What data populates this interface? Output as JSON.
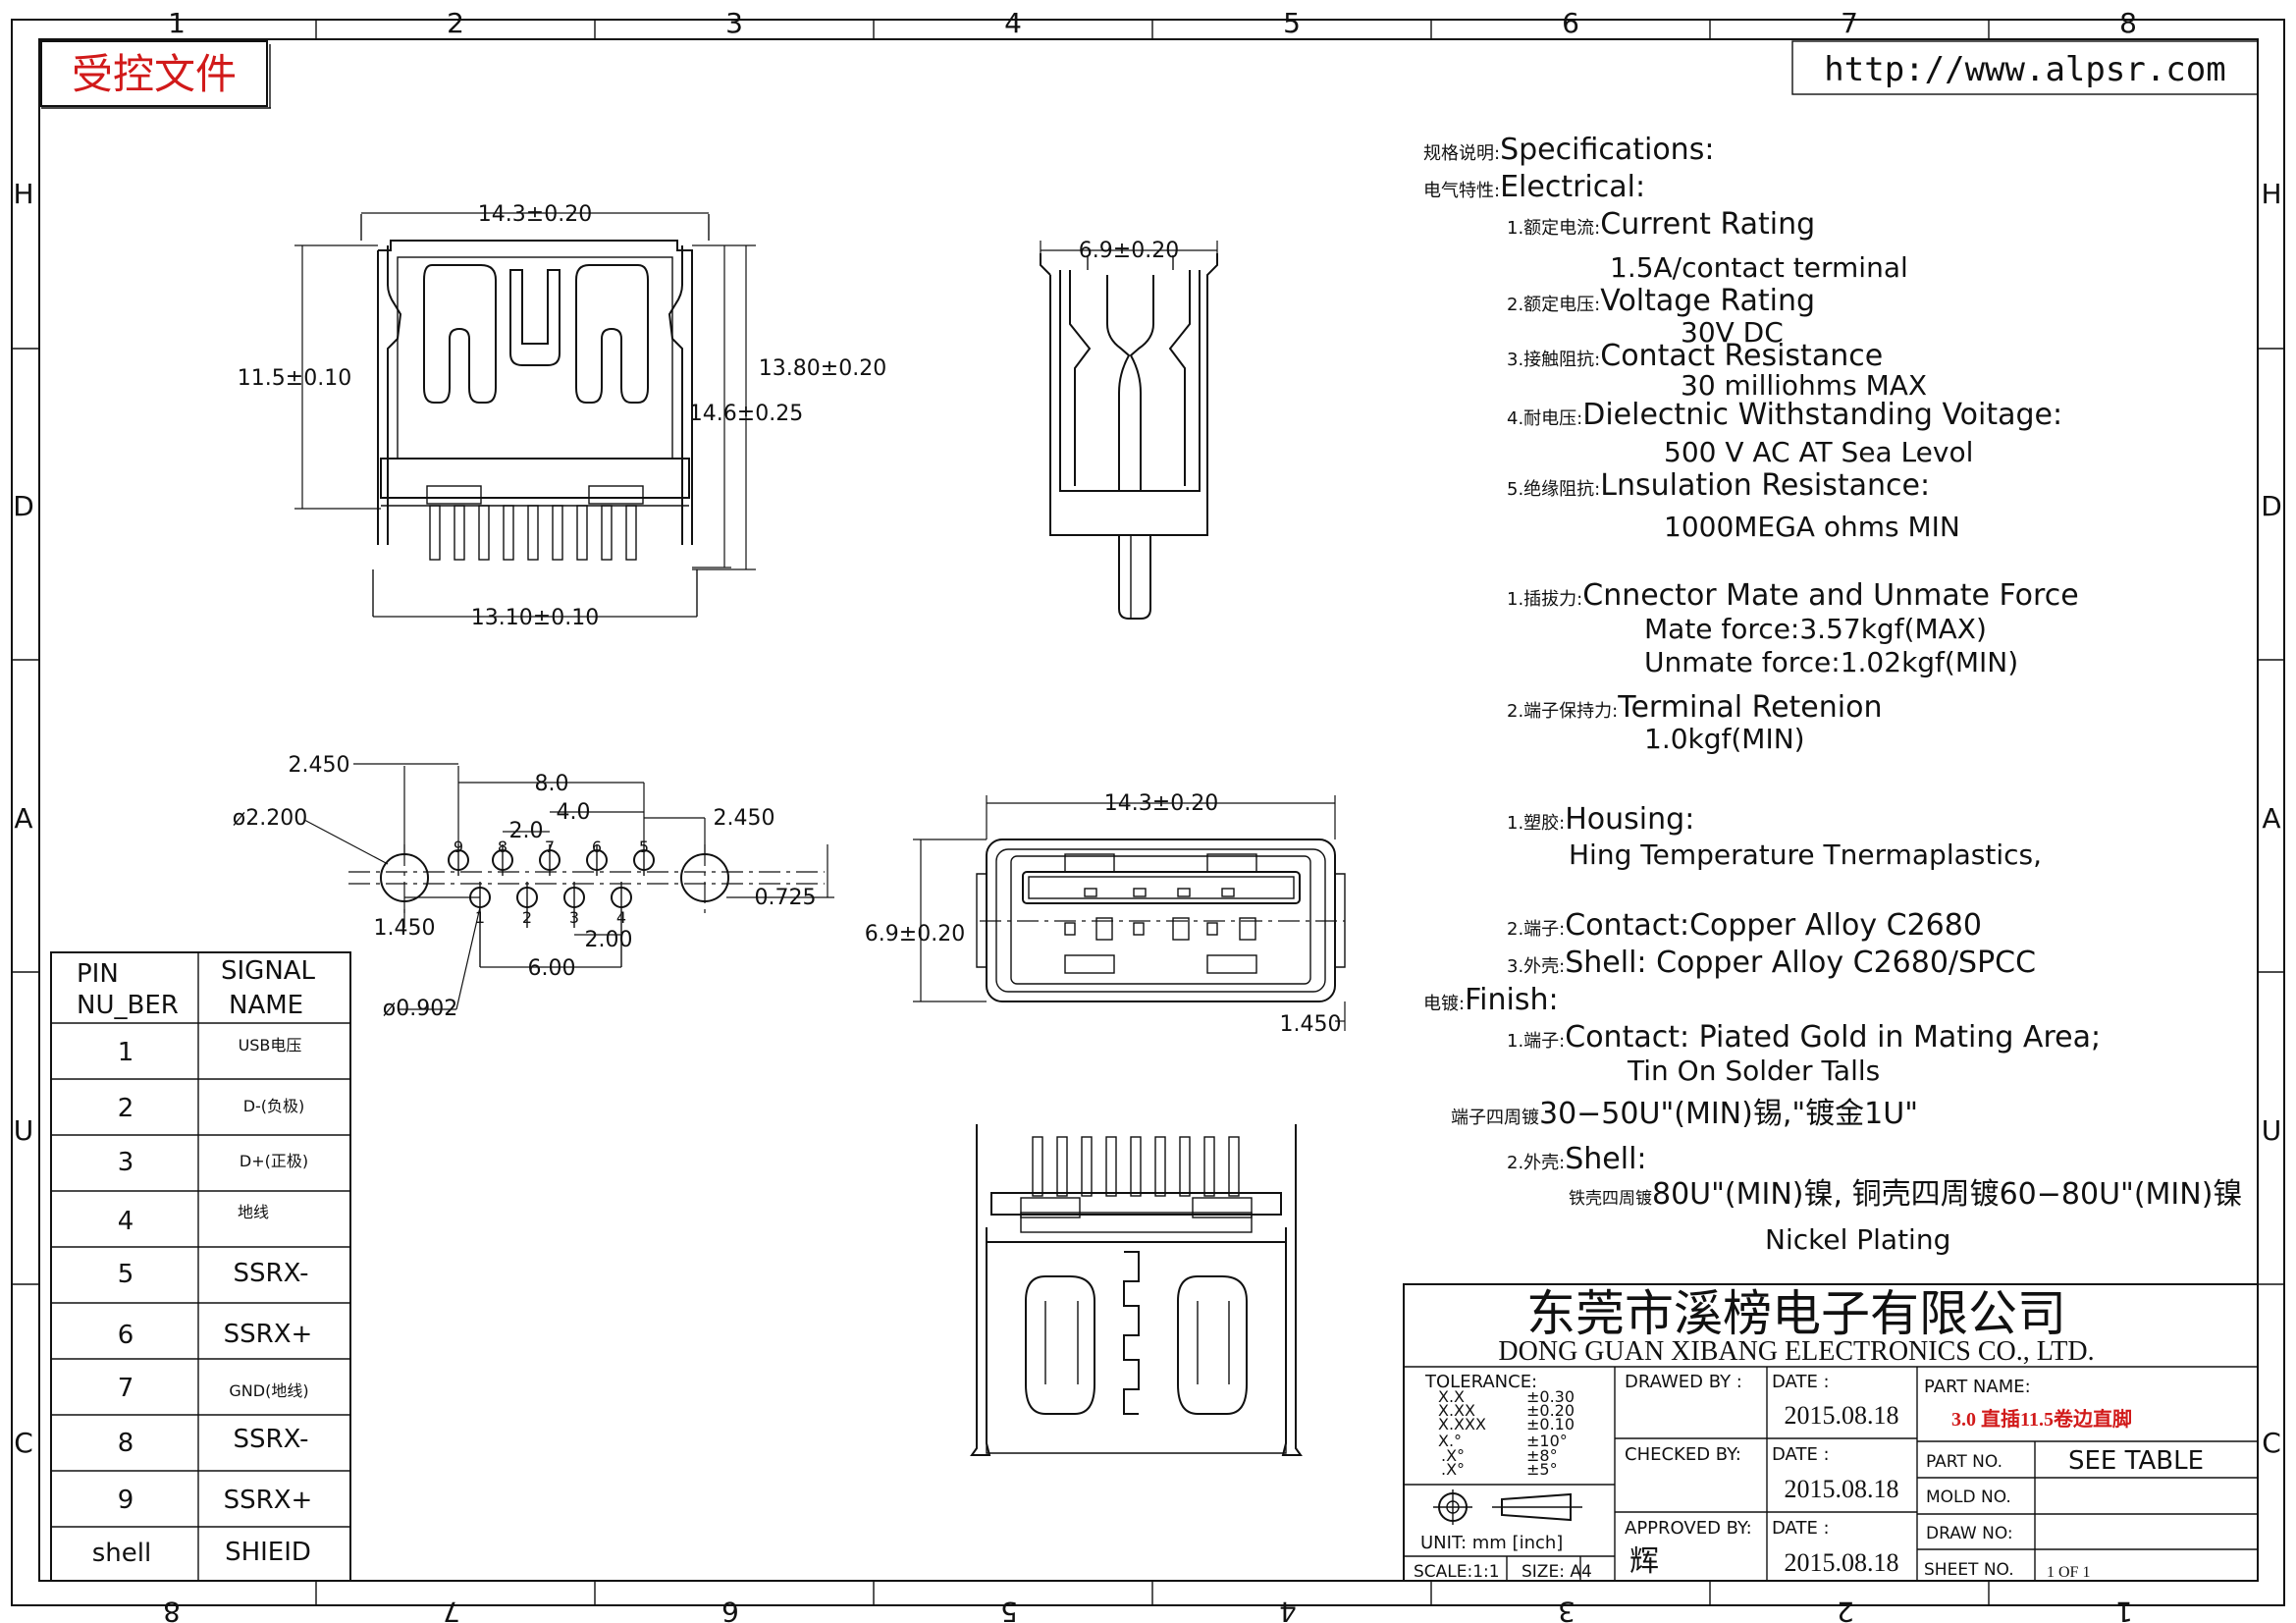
{
  "stamp": "受控文件",
  "url": "http://www.alpsr.com",
  "grid": {
    "top": [
      "1",
      "2",
      "3",
      "4",
      "5",
      "6",
      "7",
      "8"
    ],
    "bottom": [
      "8",
      "7",
      "6",
      "5",
      "4",
      "3",
      "2",
      "1"
    ],
    "rows": [
      "H",
      "D",
      "A",
      "U",
      "C"
    ]
  },
  "dims": {
    "front_width": "14.3±0.20",
    "front_height_left": "11.5±0.10",
    "front_height_right": "13.80±0.20",
    "front_height_inner": "14.6±0.25",
    "front_bottom": "13.10±0.10",
    "side_width": "6.9±0.20",
    "fp_2450_left": "2.450",
    "fp_80": "8.0",
    "fp_40": "4.0",
    "fp_20": "2.0",
    "fp_2450_right": "2.450",
    "fp_hole": "ø2.200",
    "fp_0725": "0.725",
    "fp_1450": "1.450",
    "fp_200": "2.00",
    "fp_600": "6.00",
    "fp_pin": "ø0.902",
    "face_width": "14.3±0.20",
    "face_height": "6.9±0.20",
    "face_1450": "1.450"
  },
  "pin_labels": {
    "top": [
      "9",
      "8",
      "7",
      "6",
      "5"
    ],
    "bottom": [
      "1",
      "2",
      "3",
      "4"
    ]
  },
  "specs": {
    "lines": [
      {
        "cn": "规格说明:",
        "en": "Specifications:"
      },
      {
        "cn": "电气特性:",
        "en": "Electrical:"
      },
      {
        "cn": "1.额定电流:",
        "en": "Current  Rating"
      },
      {
        "cn": "",
        "en": "1.5A/contact  terminal"
      },
      {
        "cn": "2.额定电压:",
        "en": "Voltage  Rating"
      },
      {
        "cn": "",
        "en": "30V  DC"
      },
      {
        "cn": "3.接触阻抗:",
        "en": "Contact  Resistance"
      },
      {
        "cn": "",
        "en": "30  milliohms  MAX"
      },
      {
        "cn": "4.耐电压:",
        "en": "Dielectnic  Withstanding  Voitage:"
      },
      {
        "cn": "",
        "en": "500  V  AC  AT  Sea  Levol"
      },
      {
        "cn": "5.绝缘阻抗:",
        "en": "Lnsulation  Resistance:"
      },
      {
        "cn": "",
        "en": "1000MEGA  ohms  MIN"
      },
      {
        "cn": "1.插拔力:",
        "en": "Cnnector  Mate  and  Unmate  Force"
      },
      {
        "cn": "",
        "en": "Mate  force:3.57kgf(MAX)"
      },
      {
        "cn": "",
        "en": "Unmate  force:1.02kgf(MIN)"
      },
      {
        "cn": "2.端子保持力:",
        "en": "Terminal  Retenion"
      },
      {
        "cn": "",
        "en": "1.0kgf(MIN)"
      },
      {
        "cn": "1.塑胶:",
        "en": "Housing:"
      },
      {
        "cn": "",
        "en": "Hing  Temperature   Tnermaplastics,"
      },
      {
        "cn": "2.端子:",
        "en": "Contact:Copper  Alloy  C2680"
      },
      {
        "cn": "3.外壳:",
        "en": "Shell:  Copper  Alloy  C2680/SPCC"
      },
      {
        "cn": "电镀:",
        "en": "Finish:"
      },
      {
        "cn": "1.端子:",
        "en": "Contact:  Piated  Gold  in  Mating  Area;"
      },
      {
        "cn": "",
        "en": "Tin  On  Solder  Talls"
      },
      {
        "cn": "端子四周镀",
        "en": "30−50U\"(MIN)锡,\"镀金1U\""
      },
      {
        "cn": "2.外壳:",
        "en": "Shell:"
      },
      {
        "cn": "铁壳四周镀",
        "en": "80U\"(MIN)镍, 铜壳四周镀60−80U\"(MIN)镍"
      },
      {
        "cn": "",
        "en": "Nickel  Plating"
      }
    ]
  },
  "pin_table": {
    "headers": [
      "PIN",
      "NU_BER",
      "SIGNAL",
      "NAME"
    ],
    "rows": [
      {
        "pin": "1",
        "signal": "USB电压"
      },
      {
        "pin": "2",
        "signal": "D-(负极)"
      },
      {
        "pin": "3",
        "signal": "D+(正极)"
      },
      {
        "pin": "4",
        "signal": "地线"
      },
      {
        "pin": "5",
        "signal": "SSRX-"
      },
      {
        "pin": "6",
        "signal": "SSRX+"
      },
      {
        "pin": "7",
        "signal": "GND(地线)"
      },
      {
        "pin": "8",
        "signal": "SSRX-"
      },
      {
        "pin": "9",
        "signal": "SSRX+"
      },
      {
        "pin": "shell",
        "signal": "SHIEID"
      }
    ]
  },
  "title_block": {
    "company_cn": "东莞市溪榜电子有限公司",
    "company_en": "DONG  GUAN  XIBANG  ELECTRONICS  CO.,  LTD.",
    "tolerance_label": "TOLERANCE:",
    "tolerance_rows": [
      {
        "k": "X.X",
        "v": "±0.30"
      },
      {
        "k": "X.XX",
        "v": "±0.20"
      },
      {
        "k": "X.XXX",
        "v": "±0.10"
      },
      {
        "k": "X.°",
        "v": "±10°"
      },
      {
        "k": ".X°",
        "v": "±8°"
      },
      {
        "k": ".X°",
        "v": "±5°"
      }
    ],
    "unit": "UNIT:  mm  [inch]",
    "scale": "SCALE:1:1",
    "size": "SIZE:  A4",
    "drawed_by": "DRAWED  BY  :",
    "checked_by": "CHECKED  BY:",
    "approved_by": "APPROVED  BY:",
    "approver_sign": "辉",
    "date_label": "DATE  :",
    "date_1": "2015.08.18",
    "date_2": "2015.08.18",
    "date_3": "2015.08.18",
    "part_name_label": "PART  NAME:",
    "part_name": "3.0 直插11.5卷边直脚",
    "part_no_label": "PART  NO.",
    "part_no": "SEE  TABLE",
    "mold_no_label": "MOLD  NO.",
    "draw_no_label": "DRAW  NO:",
    "sheet_no_label": "SHEET  NO.",
    "sheet_no": "1  OF  1"
  },
  "colors": {
    "ink": "#111111",
    "stamp": "#d11a1a",
    "part_name": "#d11a1a"
  }
}
